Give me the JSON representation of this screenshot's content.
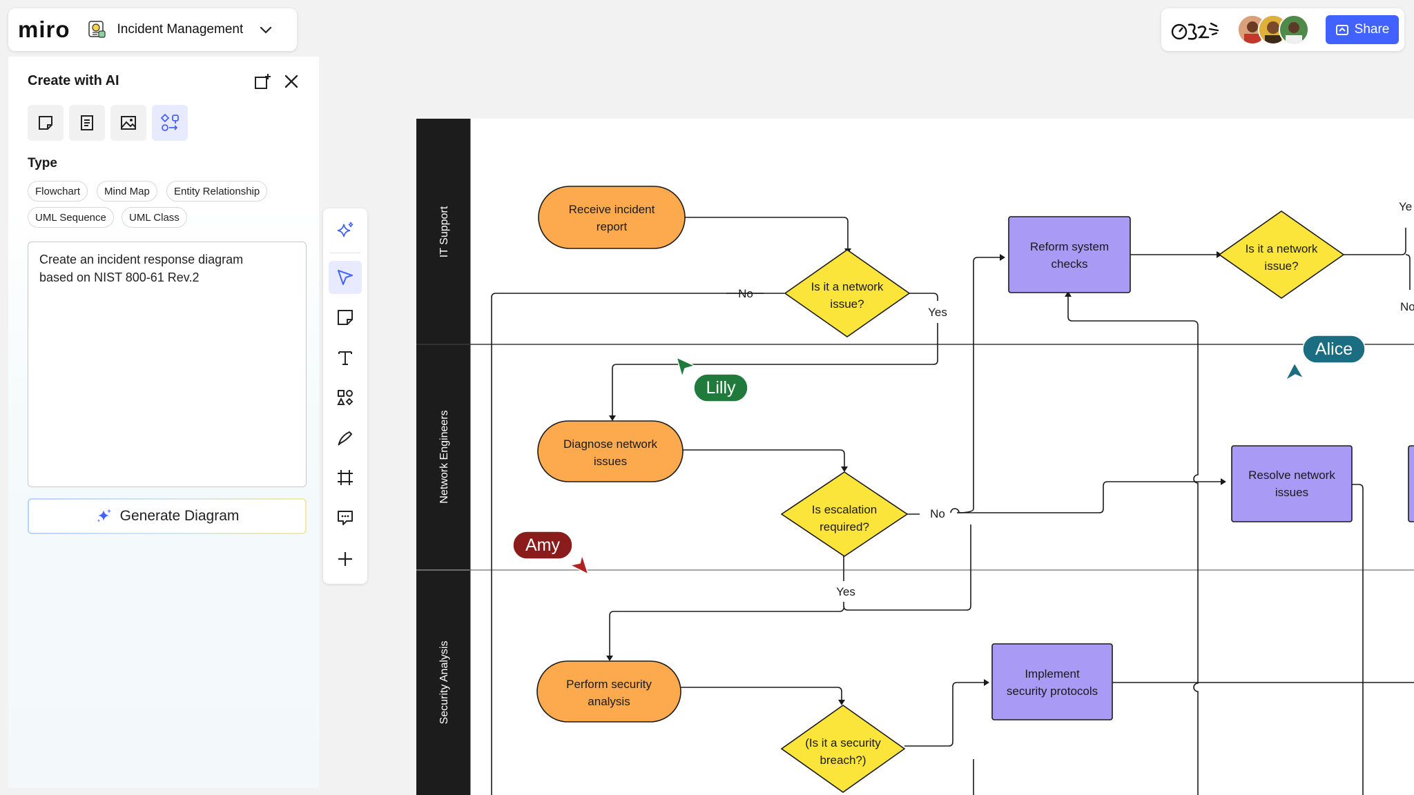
{
  "app": {
    "logo": "miro",
    "board_name": "Incident Management",
    "share_label": "Share"
  },
  "collaborators": [
    "avatar-1",
    "avatar-2",
    "avatar-3"
  ],
  "ai_panel": {
    "title": "Create with AI",
    "modes": [
      "sticky-note-icon",
      "document-icon",
      "image-icon",
      "diagram-icon"
    ],
    "active_mode": "diagram-icon",
    "type_label": "Type",
    "types": [
      "Flowchart",
      "Mind Map",
      "Entity Relationship",
      "UML Sequence",
      "UML Class"
    ],
    "prompt_line1": "Create an incident response diagram",
    "prompt_line2": "based on NIST 800-61 Rev.2",
    "generate_label": "Generate Diagram"
  },
  "toolbar": {
    "tools": [
      "ai-sparkle-icon",
      "select-icon",
      "sticky-note-icon",
      "text-icon",
      "shapes-icon",
      "pen-icon",
      "frame-icon",
      "comment-icon",
      "plus-icon"
    ],
    "active": "select-icon"
  },
  "diagram": {
    "lanes": [
      "IT Support",
      "Network Engineers",
      "Security Analysis"
    ],
    "nodes": {
      "receive_1": "Receive incident",
      "receive_2": "report",
      "is_network_1": "Is it a network",
      "is_network_2": "issue?",
      "reform_1": "Reform system",
      "reform_2": "checks",
      "is_network_b_1": "Is it a network",
      "is_network_b_2": "issue?",
      "diagnose_1": "Diagnose network",
      "diagnose_2": "issues",
      "escalation_1": "Is escalation",
      "escalation_2": "required?",
      "resolve_1": "Resolve network",
      "resolve_2": "issues",
      "perform_1": "Perform security",
      "perform_2": "analysis",
      "breach_1": "(Is it a security",
      "breach_2": "breach?)",
      "implement_1": "Implement",
      "implement_2": "security protocols"
    },
    "edge_labels": {
      "no_1": "No",
      "yes_1": "Yes",
      "no_2": "No",
      "yes_2": "Yes",
      "yes_edge_clip": "Ye",
      "no_edge_clip": "No"
    },
    "colors": {
      "start_node": "#fcaa4d",
      "decision": "#fce53a",
      "process": "#a89af5",
      "lane_header": "#1c1c1c"
    }
  },
  "cursors": [
    {
      "name": "Lilly",
      "color": "#1f7a3c"
    },
    {
      "name": "Alice",
      "color": "#1b6e81"
    },
    {
      "name": "Amy",
      "color": "#8a1c1c"
    }
  ]
}
